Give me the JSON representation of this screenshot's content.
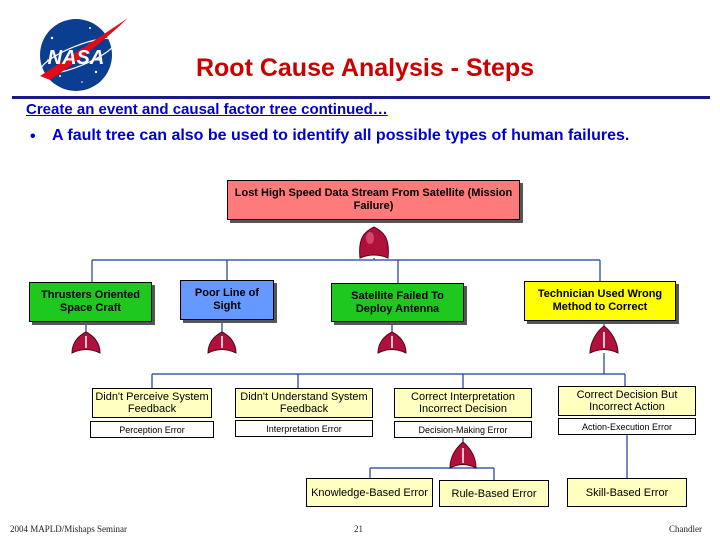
{
  "slide": {
    "title": "Root Cause Analysis - Steps",
    "subtitle": "Create an event and causal factor tree continued…",
    "bullet": "A fault tree can also be used to identify all possible types of human failures.",
    "logo_text": "NASA"
  },
  "tree": {
    "top_event": "Lost High Speed Data Stream From Satellite (Mission Failure)",
    "causes": [
      {
        "label": "Thrusters Oriented Space Craft",
        "color": "#1ec81e"
      },
      {
        "label": "Poor Line of Sight",
        "color": "#6699ff"
      },
      {
        "label": "Satellite Failed To Deploy Antenna",
        "color": "#1ec81e"
      },
      {
        "label": "Technician Used Wrong Method to Correct",
        "color": "#ffff00"
      }
    ],
    "failures": [
      {
        "label": "Didn't  Perceive System Feedback",
        "type": "Perception Error"
      },
      {
        "label": "Didn't Understand System Feedback",
        "type": "Interpretation Error"
      },
      {
        "label": "Correct Interpretation Incorrect Decision",
        "type": "Decision-Making Error"
      },
      {
        "label": "Correct Decision But Incorrect Action",
        "type": "Action-Execution Error"
      }
    ],
    "error_types": [
      {
        "label": "Knowledge-Based Error"
      },
      {
        "label": "Rule-Based Error"
      },
      {
        "label": "Skill-Based Error"
      }
    ],
    "top_color": "#ff7a7a",
    "gate_color": "#b0103c"
  },
  "footer": {
    "left": "2004 MAPLD/Mishaps Seminar",
    "center": "21",
    "right": "Chandler"
  }
}
